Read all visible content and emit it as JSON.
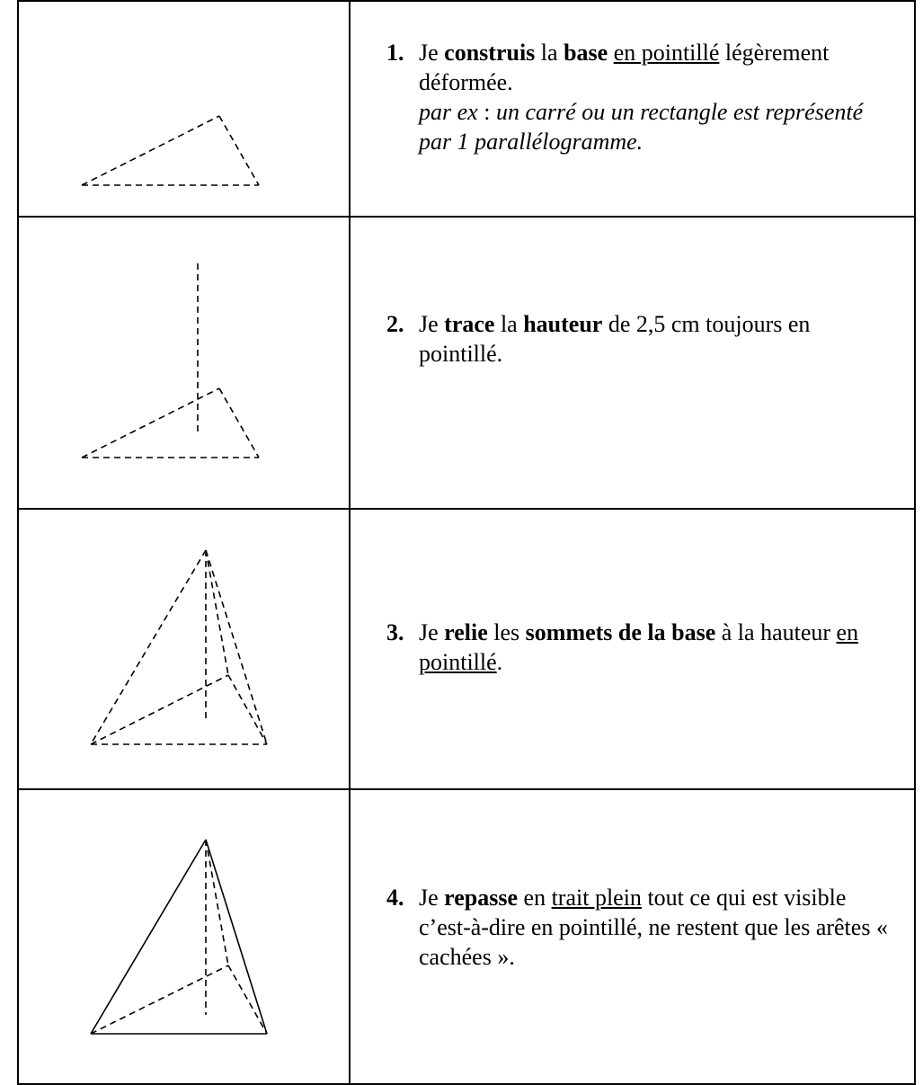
{
  "steps": [
    {
      "number": "1.",
      "t1": "Je ",
      "b1": "construis",
      "t2": " la ",
      "b2": "base",
      "t3": " ",
      "u1": "en pointillé",
      "t4": " légèrement déformée.",
      "note_lead": "par ex",
      "note_colon": " : ",
      "note_rest": "un carré ou un rectangle est représenté par 1 parallélogramme."
    },
    {
      "number": "2.",
      "t1": "Je ",
      "b1": "trace",
      "t2": " la ",
      "b2": "hauteur",
      "t3": " de 2,5 cm toujours en pointillé."
    },
    {
      "number": "3.",
      "t1": "Je ",
      "b1": "relie",
      "t2": " les ",
      "b2": "sommets de la base",
      "t3": " à la hauteur ",
      "u1": "en pointillé",
      "t4": "."
    },
    {
      "number": "4.",
      "t1": "Je ",
      "b1": "repasse",
      "t2": " en ",
      "u1": "trait plein",
      "t3": " tout ce qui est visible c’est-à-dire en pointillé, ne restent que les arêtes « cachées »."
    }
  ]
}
